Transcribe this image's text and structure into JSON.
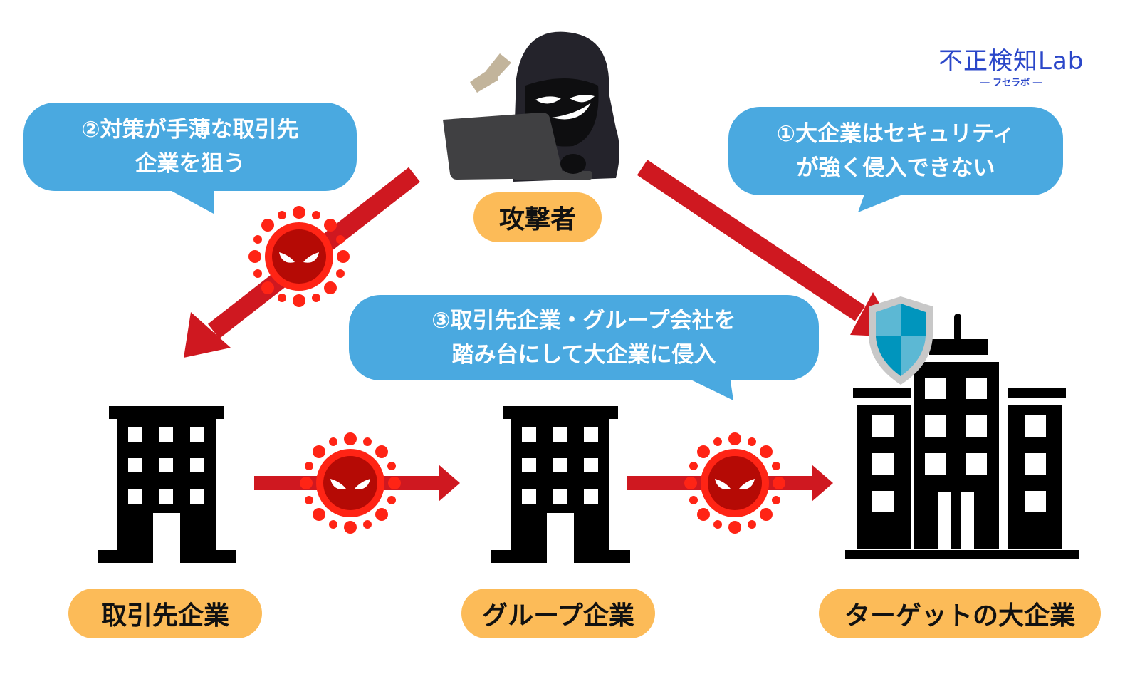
{
  "logo": {
    "title": "不正検知Lab",
    "subtitle": "― フセラボ ―"
  },
  "attacker": {
    "label": "攻撃者"
  },
  "bubbles": {
    "left": {
      "line1": "②対策が手薄な取引先",
      "line2": "企業を狙う"
    },
    "right": {
      "line1": "①大企業はセキュリティ",
      "line2": "が強く侵入できない"
    },
    "center": {
      "line1": "③取引先企業・グループ会社を",
      "line2": "踏み台にして大企業に侵入"
    }
  },
  "nodes": {
    "partner": {
      "label": "取引先企業"
    },
    "group": {
      "label": "グループ企業"
    },
    "target": {
      "label": "ターゲットの大企業"
    }
  },
  "colors": {
    "bubble": "#4aa9e0",
    "pill": "#fcbb58",
    "arrow": "#cf1820",
    "virus": "#ff2415",
    "virus_core": "#b50a05",
    "shield_light": "#5cb8d4",
    "shield_dark": "#0095bd",
    "logo": "#2b47c9"
  }
}
